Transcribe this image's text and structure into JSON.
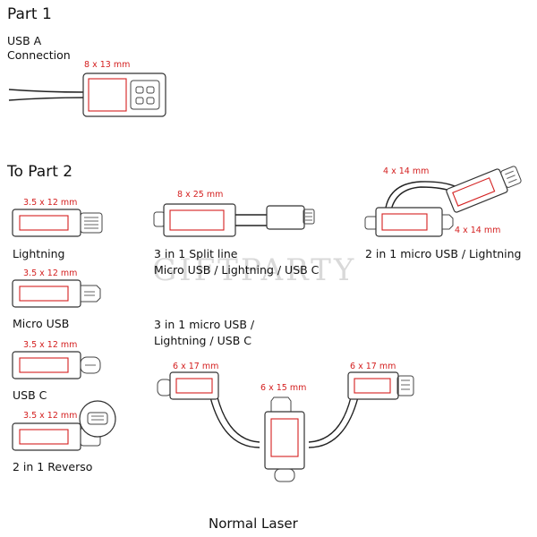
{
  "headings": {
    "part1": "Part 1",
    "usb_a_line1": "USB A",
    "usb_a_line2": "Connection",
    "to_part2": "To Part 2"
  },
  "dimensions": {
    "usb_a": "8 x 13 mm",
    "lightning": "3.5 x 12 mm",
    "micro_usb": "3.5 x 12 mm",
    "usb_c": "3.5 x 12 mm",
    "reverso": "3.5 x 12 mm",
    "split_line": "8 x 25 mm",
    "two_in_one_top": "4 x 14 mm",
    "two_in_one_right": "4 x 14 mm",
    "three_in_one_left": "6 x 17 mm",
    "three_in_one_center": "6 x 15 mm",
    "three_in_one_right": "6 x 17 mm"
  },
  "labels": {
    "lightning": "Lightning",
    "micro_usb": "Micro USB",
    "usb_c": "USB C",
    "reverso": "2 in 1 Reverso",
    "split_line_1": "3 in 1 Split line",
    "split_line_2": "Micro USB / Lightning / USB C",
    "two_in_one": "2 in 1 micro USB / Lightning",
    "three_in_one_1": "3 in 1 micro USB /",
    "three_in_one_2": "Lightning / USB C"
  },
  "watermark": "GIFTPARTY",
  "footer": "Normal Laser"
}
